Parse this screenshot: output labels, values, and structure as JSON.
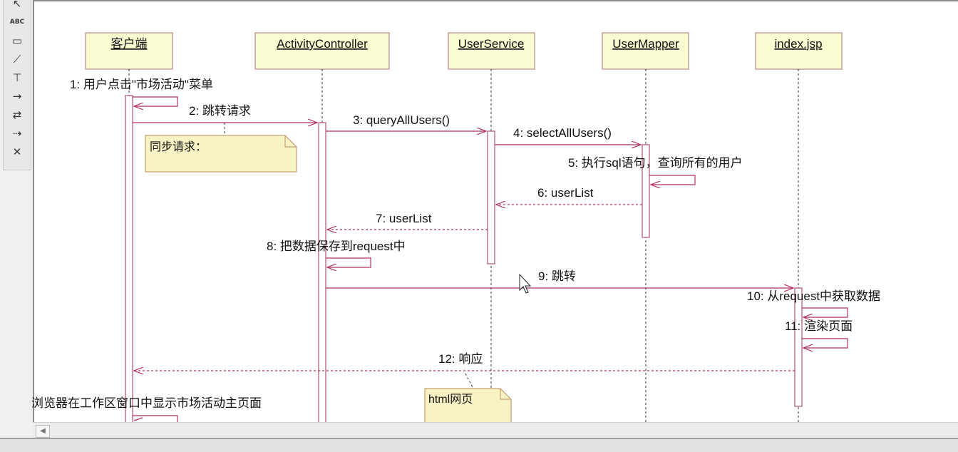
{
  "toolbar": {
    "tools": [
      {
        "name": "select-arrow-icon",
        "glyph": "↖"
      },
      {
        "name": "text-tool-icon",
        "glyph": "ABC"
      },
      {
        "name": "rectangle-tool-icon",
        "glyph": "▭"
      },
      {
        "name": "line-tool-icon",
        "glyph": "⟋"
      },
      {
        "name": "note-tool-icon",
        "glyph": "⊤"
      },
      {
        "name": "message-arrow-icon",
        "glyph": "→"
      },
      {
        "name": "return-message-icon",
        "glyph": "⇄"
      },
      {
        "name": "dashed-arrow-icon",
        "glyph": "⇢"
      },
      {
        "name": "destroy-icon",
        "glyph": "✕"
      }
    ]
  },
  "diagram": {
    "lifelines": [
      {
        "id": "client",
        "label": "客户端"
      },
      {
        "id": "controller",
        "label": "ActivityController"
      },
      {
        "id": "service",
        "label": "UserService"
      },
      {
        "id": "mapper",
        "label": "UserMapper"
      },
      {
        "id": "jsp",
        "label": "index.jsp"
      }
    ],
    "messages": [
      {
        "label": "1: 用户点击\"市场活动\"菜单"
      },
      {
        "label": "2: 跳转请求"
      },
      {
        "label": "3: queryAllUsers()"
      },
      {
        "label": "4: selectAllUsers()"
      },
      {
        "label": "5: 执行sql语句，查询所有的用户"
      },
      {
        "label": "6: userList"
      },
      {
        "label": "7: userList"
      },
      {
        "label": "8: 把数据保存到request中"
      },
      {
        "label": "9: 跳转"
      },
      {
        "label": "10: 从request中获取数据"
      },
      {
        "label": "11: 渲染页面"
      },
      {
        "label": "12: 响应"
      },
      {
        "label": "浏览器在工作区窗口中显示市场活动主页面"
      }
    ],
    "notes": [
      {
        "label": "同步请求："
      },
      {
        "label": "html网页"
      }
    ]
  },
  "colors": {
    "header_fill": "#fbfbd2",
    "header_border": "#b38a8a",
    "activation_border": "#b05070",
    "message_line": "#b03060",
    "note_fill": "#f8f3c4",
    "note_border": "#c8a070"
  }
}
